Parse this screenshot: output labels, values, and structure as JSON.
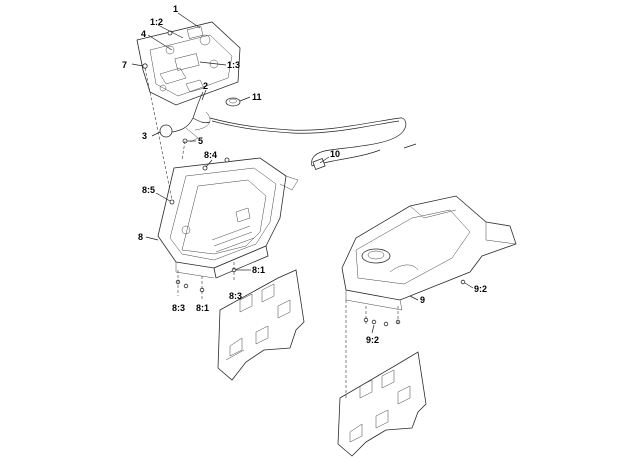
{
  "callouts": {
    "c1": "1",
    "c1_2": "1:2",
    "c4": "4",
    "c7": "7",
    "c1_3": "1:3",
    "c2": "2",
    "c11": "11",
    "c3": "3",
    "c5": "5",
    "c10": "10",
    "c8_4": "8:4",
    "c8_5": "8:5",
    "c8": "8",
    "c8_1a": "8:1",
    "c8_3a": "8:3",
    "c8_3b": "8:3",
    "c8_1b": "8:1",
    "c9": "9",
    "c9_2a": "9:2",
    "c9_2b": "9:2"
  }
}
